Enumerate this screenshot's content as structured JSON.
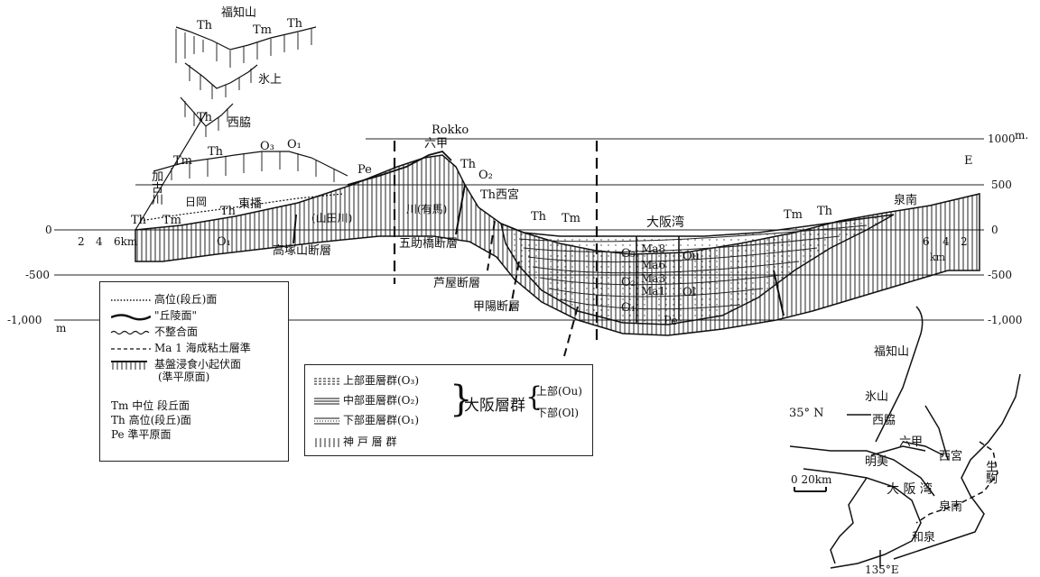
{
  "section": {
    "top_label": "Rokko",
    "top_label_jp": "六甲",
    "elev_unit": "m.",
    "elev_right": [
      "1000",
      "500",
      "0",
      "-500",
      "-1,000"
    ],
    "elev_left": [
      "0",
      "-500",
      "-1,000"
    ],
    "left_m": "m",
    "east": "E",
    "km_left": [
      "2",
      "4",
      "6km"
    ],
    "km_right": [
      "6",
      "4",
      "2"
    ],
    "km_unit": "km",
    "labels": {
      "kako_river": "加古川",
      "hioka": "日岡",
      "tobanshu": "東播",
      "takatsuka": "高塚山断層",
      "yamadagawa": "(山田川)",
      "arima": "川(有馬)",
      "gosuke": "五助橋断層",
      "ashiya": "芦屋断層",
      "koyo": "甲陽断層",
      "nishinomiya": "Th西宮",
      "osaka_bay": "大阪湾",
      "sennan": "泉南",
      "pe": "Pe",
      "th": "Th",
      "tm": "Tm",
      "o1": "O₁",
      "o2": "O₂",
      "o3": "O₃",
      "ou": "Ou",
      "ol": "Ol",
      "ma8": "Ma8",
      "ma6": "Ma6",
      "ma3": "Ma3",
      "ma1": "Ma1"
    }
  },
  "insets": {
    "fukuchiyama": "福知山",
    "hikami": "氷上",
    "nishiwaki": "西脇"
  },
  "legend1": {
    "items": [
      "高位(段丘)面",
      "\"丘陵面\"",
      "不整合面",
      "Ma 1 海成粘土層準",
      "基盤浸食小起伏面",
      "(準平原面)"
    ],
    "abbr": [
      {
        "code": "Tm",
        "text": "中位 段丘面"
      },
      {
        "code": "Th",
        "text": "高位(段丘)面"
      },
      {
        "code": "Pe",
        "text": "準平原面"
      }
    ]
  },
  "legend2": {
    "items": [
      "上部亜層群(O₃)",
      "中部亜層群(O₂)",
      "下部亜層群(O₁)",
      "神 戸 層 群"
    ],
    "group": "大阪層群",
    "upper": "上部(Ou)",
    "lower": "下部(Ol)"
  },
  "map": {
    "lat": "35° N",
    "lon": "135°E",
    "scale": "0  20km",
    "places": [
      "福知山",
      "氷山",
      "西脇",
      "六甲",
      "西宮",
      "明美",
      "大 阪 湾",
      "泉南",
      "生駒",
      "和泉"
    ]
  }
}
